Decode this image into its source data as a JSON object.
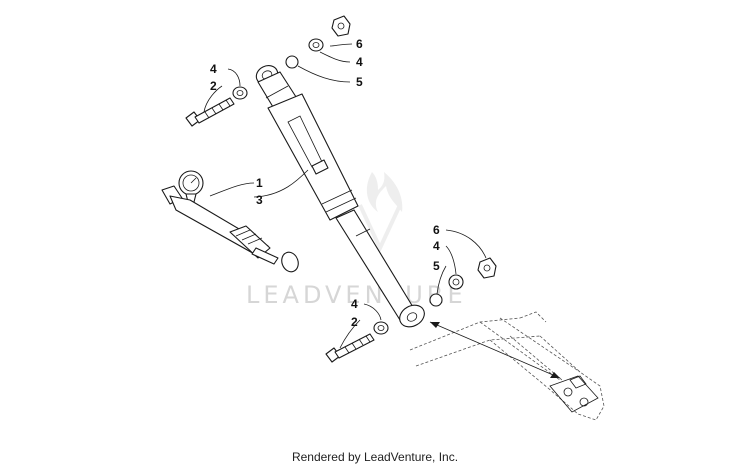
{
  "callouts": {
    "top_right": [
      "6",
      "4",
      "5"
    ],
    "top_left": [
      "4",
      "2"
    ],
    "middle": [
      "1",
      "3"
    ],
    "lower_right": [
      "6",
      "4",
      "5"
    ],
    "bottom": [
      "4",
      "2"
    ]
  },
  "watermark": "LEADVENTURE",
  "footer": "Rendered by LeadVenture, Inc."
}
